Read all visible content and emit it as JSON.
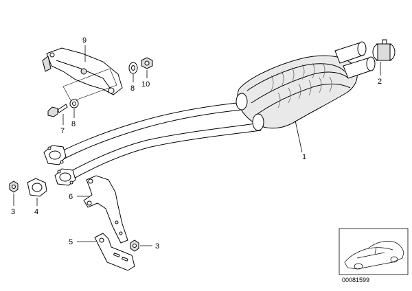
{
  "callouts": {
    "c1": "1",
    "c2": "2",
    "c3a": "3",
    "c3b": "3",
    "c4": "4",
    "c5": "5",
    "c6": "6",
    "c7": "7",
    "c8a": "8",
    "c8b": "8",
    "c9": "9",
    "c10": "10"
  },
  "reference_code": "00081599",
  "icons": {
    "vehicle": "car-thumbnail-icon"
  },
  "colors": {
    "line": "#000000",
    "background": "#ffffff",
    "shade": "#cfcfcf"
  }
}
